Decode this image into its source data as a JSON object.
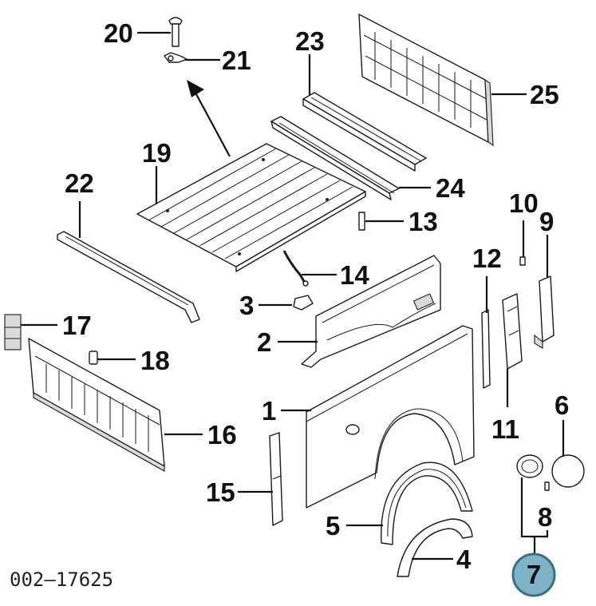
{
  "figure_id": "002–17625",
  "callouts": {
    "c1": "1",
    "c2": "2",
    "c3": "3",
    "c4": "4",
    "c5": "5",
    "c6": "6",
    "c7": "7",
    "c8": "8",
    "c9": "9",
    "c10": "10",
    "c11": "11",
    "c12": "12",
    "c13": "13",
    "c14": "14",
    "c15": "15",
    "c16": "16",
    "c17": "17",
    "c18": "18",
    "c19": "19",
    "c20": "20",
    "c21": "21",
    "c22": "22",
    "c23": "23",
    "c24": "24",
    "c25": "25"
  },
  "highlight": {
    "callout": "7",
    "fill": "#7fb3c7",
    "stroke": "#3c6f84"
  }
}
